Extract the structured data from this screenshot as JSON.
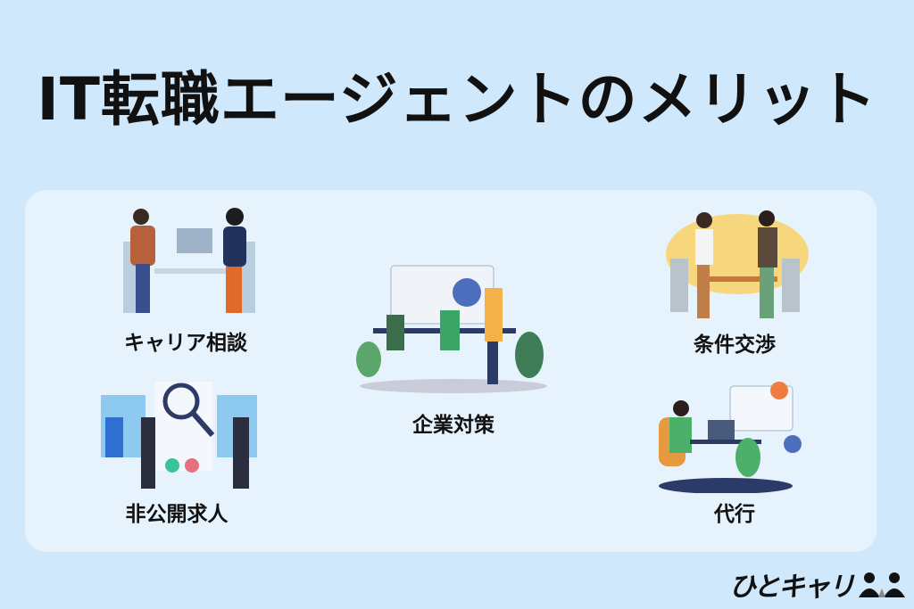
{
  "title": "IT転職エージェントのメリット",
  "items": [
    {
      "label": "キャリア相談",
      "icon": "consultation-illustration"
    },
    {
      "label": "非公開求人",
      "icon": "job-search-illustration"
    },
    {
      "label": "企業対策",
      "icon": "company-research-illustration"
    },
    {
      "label": "条件交渉",
      "icon": "negotiation-illustration"
    },
    {
      "label": "代行",
      "icon": "proxy-service-illustration"
    }
  ],
  "logo": {
    "text": "ひとキャリ"
  },
  "colors": {
    "background": "#cfe8fb",
    "panel": "#e6f3fc",
    "text": "#111111"
  }
}
